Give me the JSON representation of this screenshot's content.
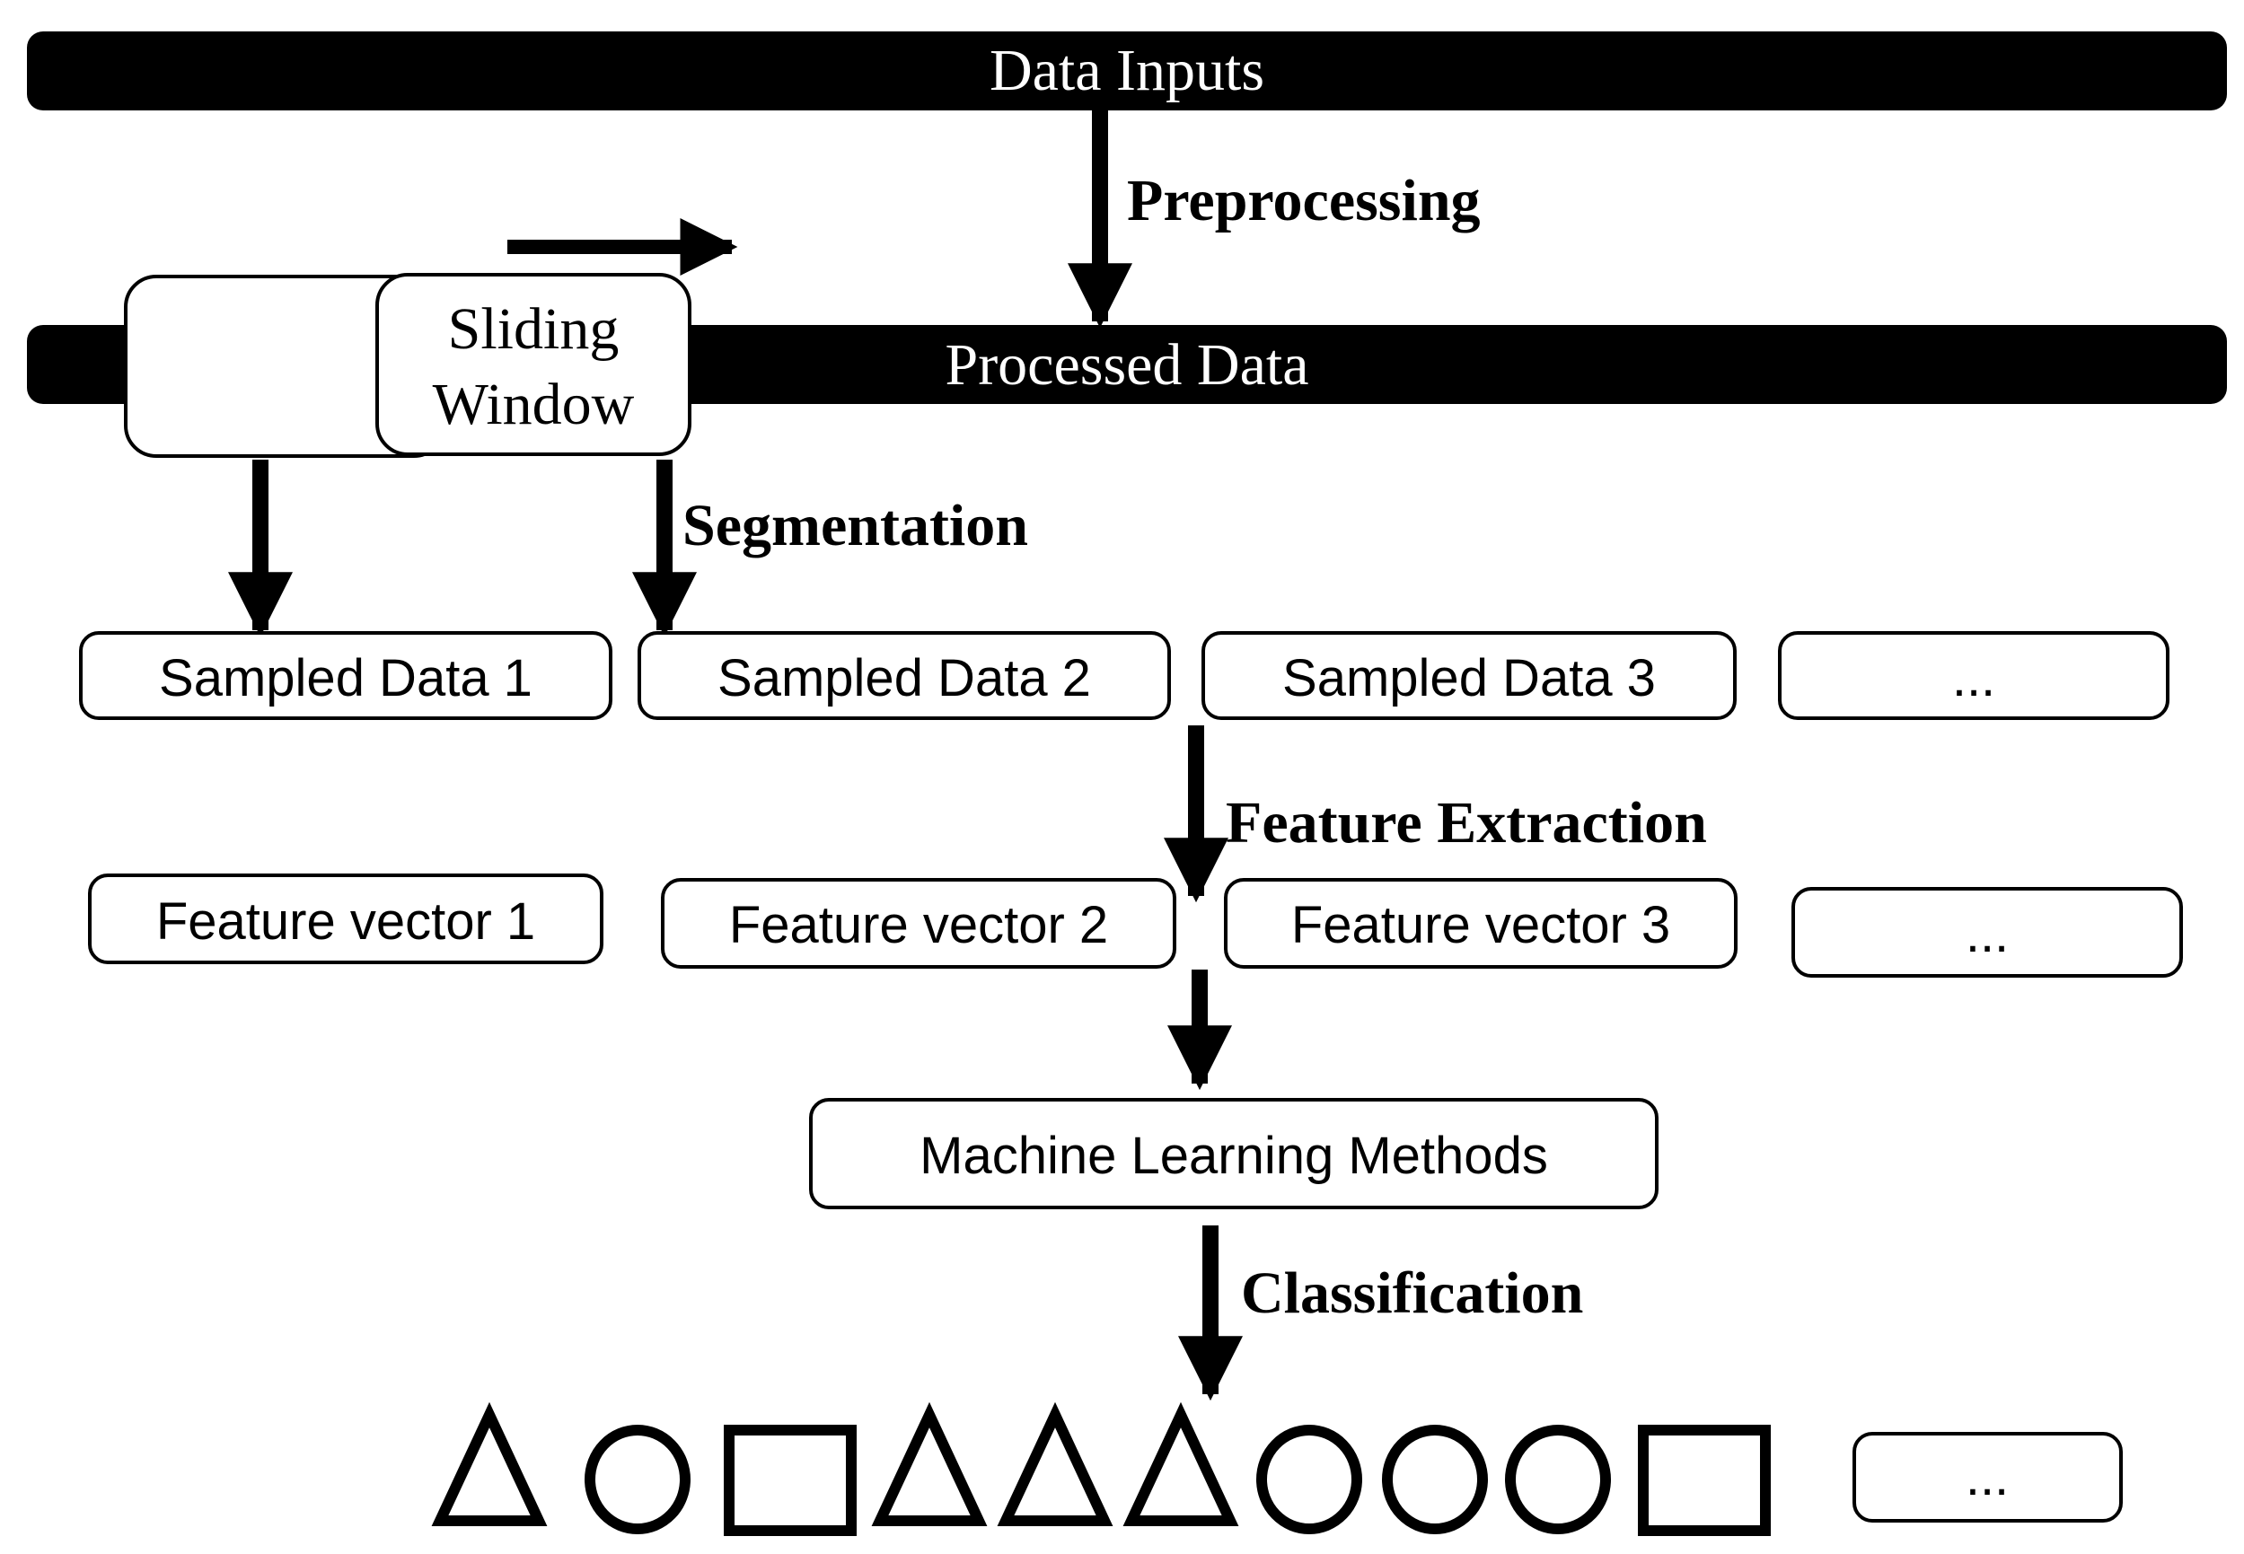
{
  "bars": {
    "inputs": "Data Inputs",
    "processed": "Processed Data"
  },
  "steps": {
    "preprocessing": "Preprocessing",
    "segmentation": "Segmentation",
    "feature_extraction": "Feature Extraction",
    "classification": "Classification"
  },
  "window": {
    "line1": "Sliding",
    "line2": "Window"
  },
  "sampled": [
    "Sampled Data 1",
    "Sampled Data 2",
    "Sampled Data 3",
    "..."
  ],
  "features": [
    "Feature vector 1",
    "Feature vector 2",
    "Feature vector 3",
    "..."
  ],
  "ml": "Machine Learning Methods",
  "outputs": {
    "shapes": [
      "triangle",
      "circle",
      "square",
      "triangle",
      "triangle",
      "triangle",
      "circle",
      "circle",
      "circle",
      "square"
    ],
    "more": "..."
  }
}
